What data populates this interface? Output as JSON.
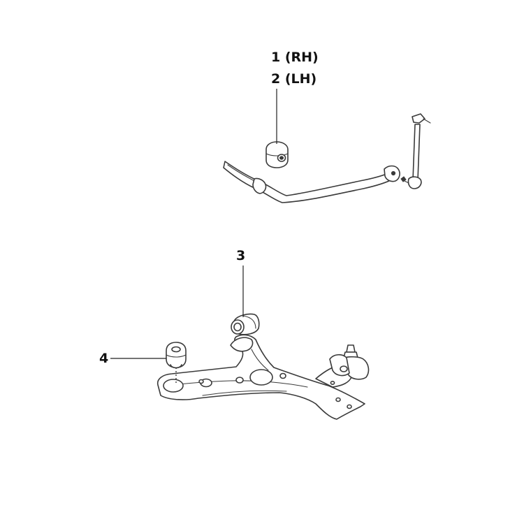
{
  "callouts": [
    {
      "id": "1",
      "text": "1 (RH)"
    },
    {
      "id": "2",
      "text": "2 (LH)"
    },
    {
      "id": "3",
      "text": "3"
    },
    {
      "id": "4",
      "text": "4"
    }
  ],
  "colors": {
    "line": "#3a3a3a",
    "text": "#111111",
    "background": "#ffffff"
  }
}
